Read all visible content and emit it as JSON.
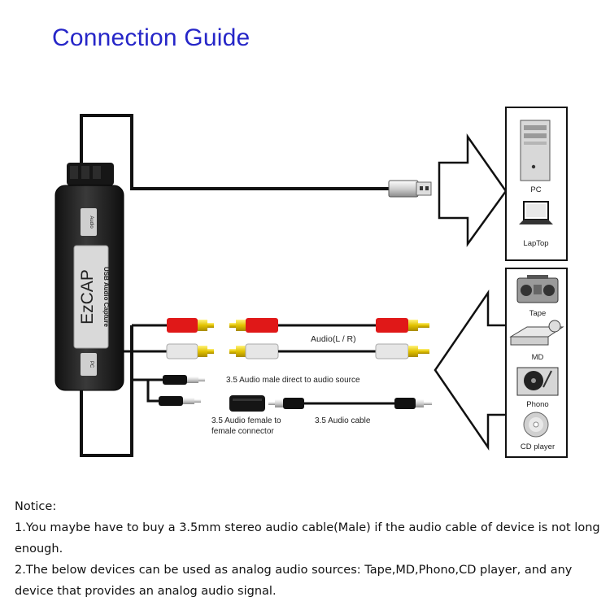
{
  "title": "Connection Guide",
  "device": {
    "brand": "EzCAP",
    "model": "USB Audio Capture",
    "port_top": "Audio",
    "port_bottom": "PC"
  },
  "cables": {
    "rca": "Audio(L / R)",
    "male_direct": "3.5 Audio male direct to audio source",
    "female_connector": "3.5 Audio female to\nfemale connector",
    "audio_cable": "3.5 Audio cable"
  },
  "targets": {
    "pc": "PC",
    "laptop": "LapTop"
  },
  "sources": [
    {
      "label": "Tape",
      "icon": "boombox-icon"
    },
    {
      "label": "MD",
      "icon": "md-player-icon"
    },
    {
      "label": "Phono",
      "icon": "turntable-icon"
    },
    {
      "label": "CD player",
      "icon": "cd-icon"
    }
  ],
  "notice": {
    "heading": "Notice:",
    "line1": "1.You maybe have to buy a 3.5mm stereo audio cable(Male) if the audio cable of device is not long enough.",
    "line2": "2.The below devices can be used as analog audio sources: Tape,MD,Phono,CD player, and any device that provides an analog audio signal."
  },
  "colors": {
    "title": "#2626c8",
    "rca_red": "#e01818",
    "rca_white": "#e6e6e6",
    "gold": "#e2c200"
  }
}
